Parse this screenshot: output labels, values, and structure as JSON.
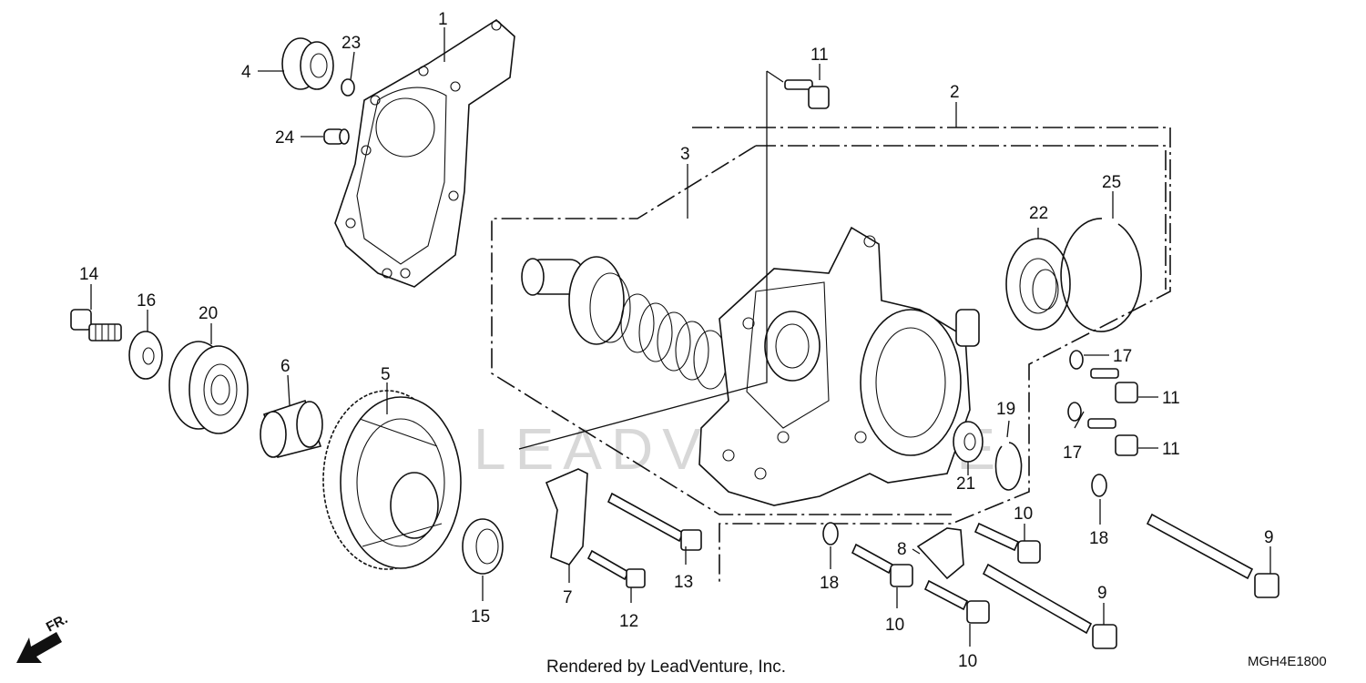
{
  "diagram": {
    "callouts": {
      "c1": "1",
      "c2": "2",
      "c3": "3",
      "c4": "4",
      "c5": "5",
      "c6": "6",
      "c7": "7",
      "c8": "8",
      "c9a": "9",
      "c9b": "9",
      "c10a": "10",
      "c10b": "10",
      "c10c": "10",
      "c11a": "11",
      "c11b": "11",
      "c11c": "11",
      "c12": "12",
      "c13": "13",
      "c14": "14",
      "c15": "15",
      "c16": "16",
      "c17a": "17",
      "c17b": "17",
      "c18a": "18",
      "c18b": "18",
      "c19": "19",
      "c20": "20",
      "c21": "21",
      "c22": "22",
      "c23": "23",
      "c24": "24",
      "c25": "25"
    },
    "direction_label": "FR.",
    "watermark": "LEADVENTURE",
    "footer_text": "Rendered by LeadVenture, Inc.",
    "diagram_code": "MGH4E1800"
  }
}
